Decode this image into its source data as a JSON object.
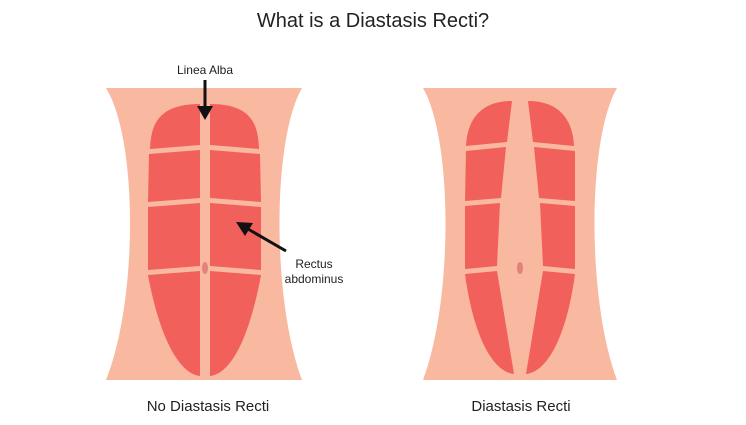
{
  "title": "What is a Diastasis Recti?",
  "labels": {
    "linea_alba": "Linea Alba",
    "rectus_line1": "Rectus",
    "rectus_line2": "abdominus"
  },
  "captions": {
    "left": "No Diastasis Recti",
    "right": "Diastasis Recti"
  },
  "colors": {
    "skin": "#f9b9a0",
    "muscle": "#f1605b",
    "navel": "#e2827a",
    "text": "#222222"
  }
}
